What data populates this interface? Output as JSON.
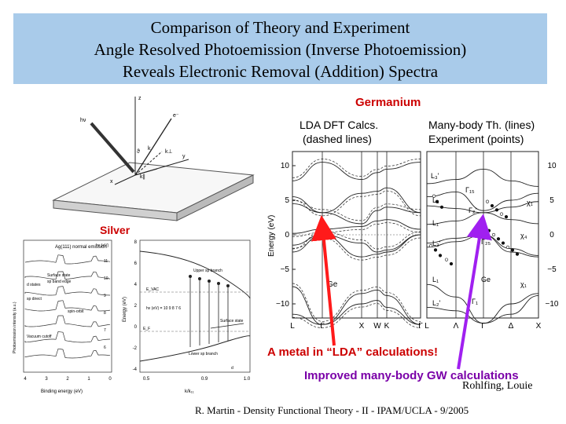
{
  "slide": {
    "title_lines": [
      "Comparison of Theory and Experiment",
      "Angle Resolved Photoemission (Inverse Photoemission)",
      "Reveals Electronic Removal (Addition) Spectra"
    ],
    "germanium_label": "Germanium",
    "silver_label": "Silver",
    "lda_label_lines": [
      "LDA DFT Calcs.",
      "(dashed lines)"
    ],
    "manybody_label_lines": [
      "Many-body Th. (lines)",
      "Experiment (points)"
    ],
    "metal_caption": "A metal in “LDA” calculations!",
    "gw_caption": "Improved many-body GW calculations",
    "gw_authors": "Rohlfing, Louie",
    "footer": "R. Martin - Density Functional Theory - II - IPAM/UCLA - 9/2005",
    "colors": {
      "title_bg": "#a9cbea",
      "red": "#cc0000",
      "purple": "#7a00a8",
      "arrow_red": "#ff1a1a",
      "arrow_purple": "#a020f0"
    }
  },
  "geometry_figure": {
    "labels": [
      "z",
      "hν",
      "e⁻",
      "ϑ",
      "k",
      "k⊥",
      "y",
      "x",
      "k∥"
    ]
  },
  "silver_figure": {
    "panel_title": "Ag(111) normal emission",
    "left_labels": [
      "Surface state",
      "sp band edge",
      "d states",
      "sp direct",
      "spin-orbit",
      "Vacuum cutoff"
    ],
    "hv_header": "hν (eV)",
    "hv_values": [
      "11",
      "10",
      "9",
      "8",
      "7",
      "6"
    ],
    "left_xlabel": "Binding energy (eV)",
    "left_ylabel": "Photoemission intensity (a.u.)",
    "left_xticks": [
      "4",
      "3",
      "2",
      "1",
      "0"
    ],
    "right_yticks": [
      "8",
      "6",
      "4",
      "2",
      "0",
      "-2",
      "-4"
    ],
    "right_ylabel": "Energy (eV)",
    "right_xticks": [
      "0.5",
      "0.9",
      "1.0"
    ],
    "right_xlabel": "k/k₁₁",
    "right_labels": [
      "Upper sp branch",
      "E_VAC",
      "hν (eV) = 10  9  8  7  6",
      "Surface state",
      "E_F",
      "Lower sp branch",
      "d"
    ]
  },
  "ge_figure": {
    "y_label": "Energy (eV)",
    "y_ticks": [
      "10",
      "5",
      "0",
      "−5",
      "−10"
    ],
    "right_y_ticks": [
      "10",
      "5",
      "0",
      "−5",
      "−10"
    ],
    "left_k_labels": [
      "L",
      "Γ",
      "X",
      "W",
      "K",
      "Γ"
    ],
    "right_k_labels": [
      "L",
      "Λ",
      "Γ",
      "Δ",
      "X"
    ],
    "left_level_labels": [
      "Ge"
    ],
    "right_level_labels": [
      "L₃'",
      "Γ₁₅",
      "L₃",
      "Γ₂'",
      "L₁",
      "Γ₂₅'",
      "L₃'",
      "χ₁",
      "χ₄",
      "L₁",
      "Ge",
      "χ₁",
      "Γ₁",
      "L₂'"
    ]
  }
}
